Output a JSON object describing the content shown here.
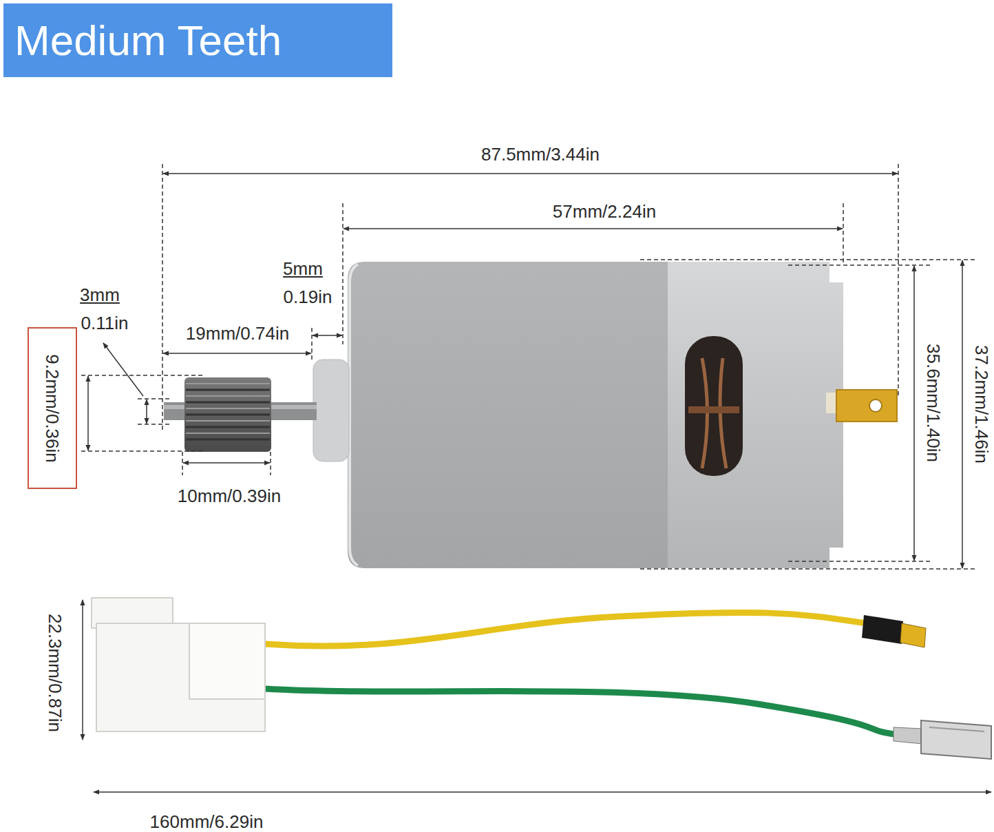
{
  "diagram": {
    "title": "Medium Teeth",
    "nodes": [
      {
        "text": [
          "9.2mm/0.36in"
        ]
      }
    ],
    "edges": [],
    "labels": [
      "87.5mm/3.44in",
      "57mm/2.24in",
      "5mm",
      "0.19in",
      "3mm",
      "0.11in",
      "19mm/0.74in",
      "35.6mm/1.40in",
      "37.2mm/1.46in",
      "10mm/0.39in",
      "22.3mm/0.87in",
      "160mm/6.29in"
    ]
  }
}
